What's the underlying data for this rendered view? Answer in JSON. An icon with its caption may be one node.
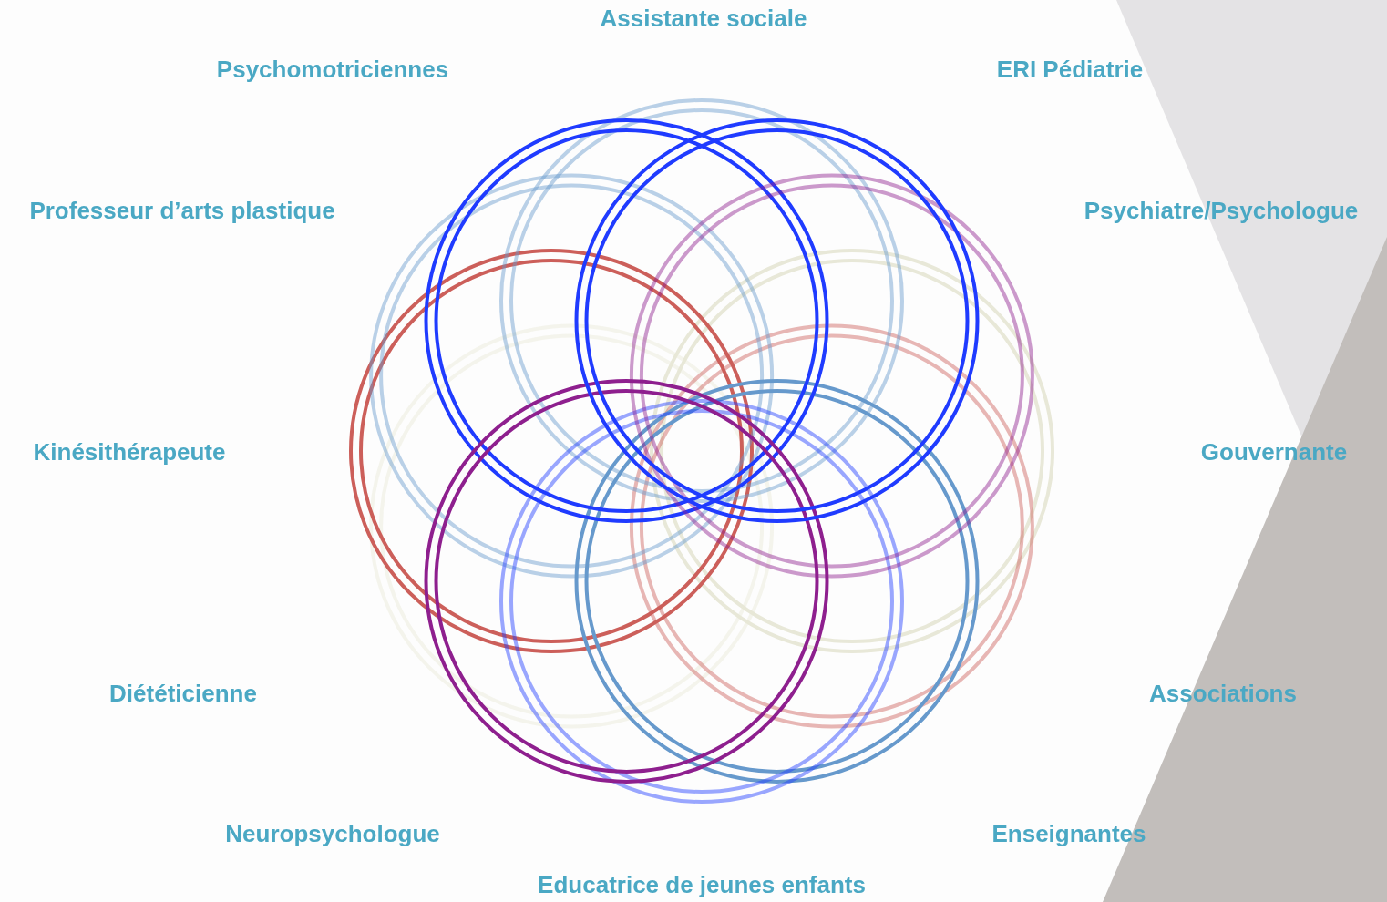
{
  "diagram": {
    "labels": [
      "Assistante sociale",
      "Psychomotriciennes",
      "ERI Pédiatrie",
      "Professeur d’arts plastique",
      "Psychiatre/Psychologue",
      "Kinésithérapeute",
      "Gouvernante",
      "Diététicienne",
      "Associations",
      "Neuropsychologue",
      "Enseignantes",
      "Educatrice de jeunes enfants"
    ]
  }
}
